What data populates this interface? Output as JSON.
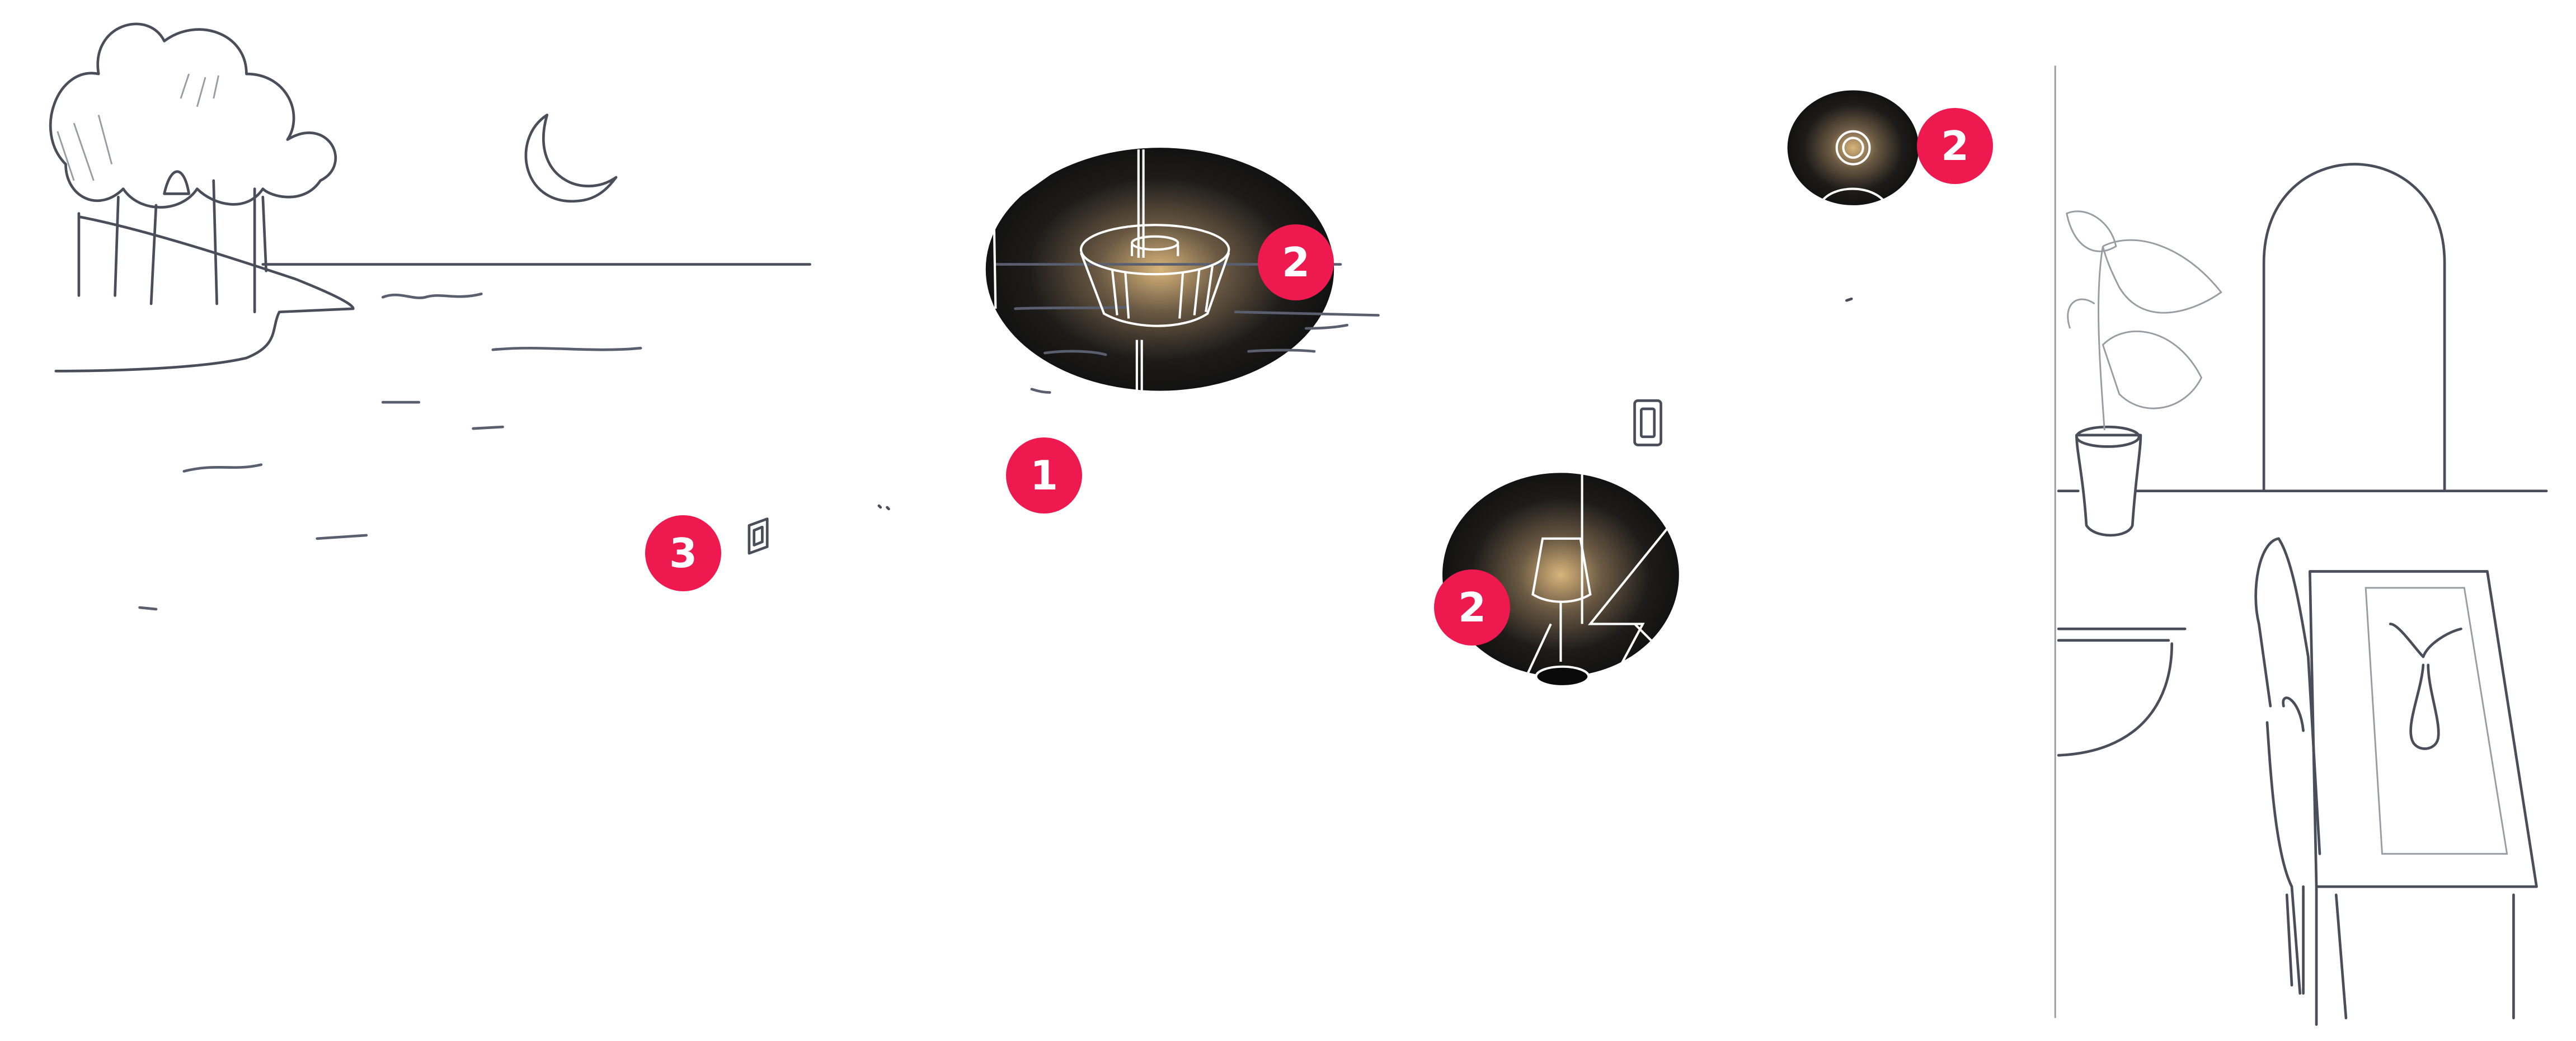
{
  "badges": [
    {
      "label": "1",
      "target": "ceiling-light-area"
    },
    {
      "label": "2",
      "target": "pendant-lamp"
    },
    {
      "label": "2",
      "target": "wall-light"
    },
    {
      "label": "2",
      "target": "table-lamp"
    },
    {
      "label": "3",
      "target": "wall-switch"
    }
  ],
  "colors": {
    "badge": "#ee1a4f",
    "line": "#4a4d5a",
    "spot_dark": "#151515",
    "glow": "#d8b47a"
  }
}
